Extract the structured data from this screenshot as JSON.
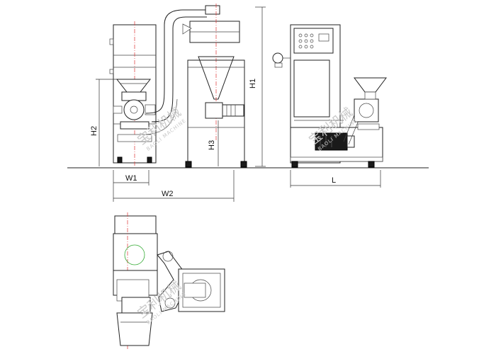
{
  "dimensions": {
    "h1": "H1",
    "h2": "H2",
    "h3": "H3",
    "w1": "W1",
    "w2": "W2",
    "l": "L"
  },
  "watermark": {
    "chinese": "宝利机械",
    "english": "BAOLI MACHINE"
  }
}
